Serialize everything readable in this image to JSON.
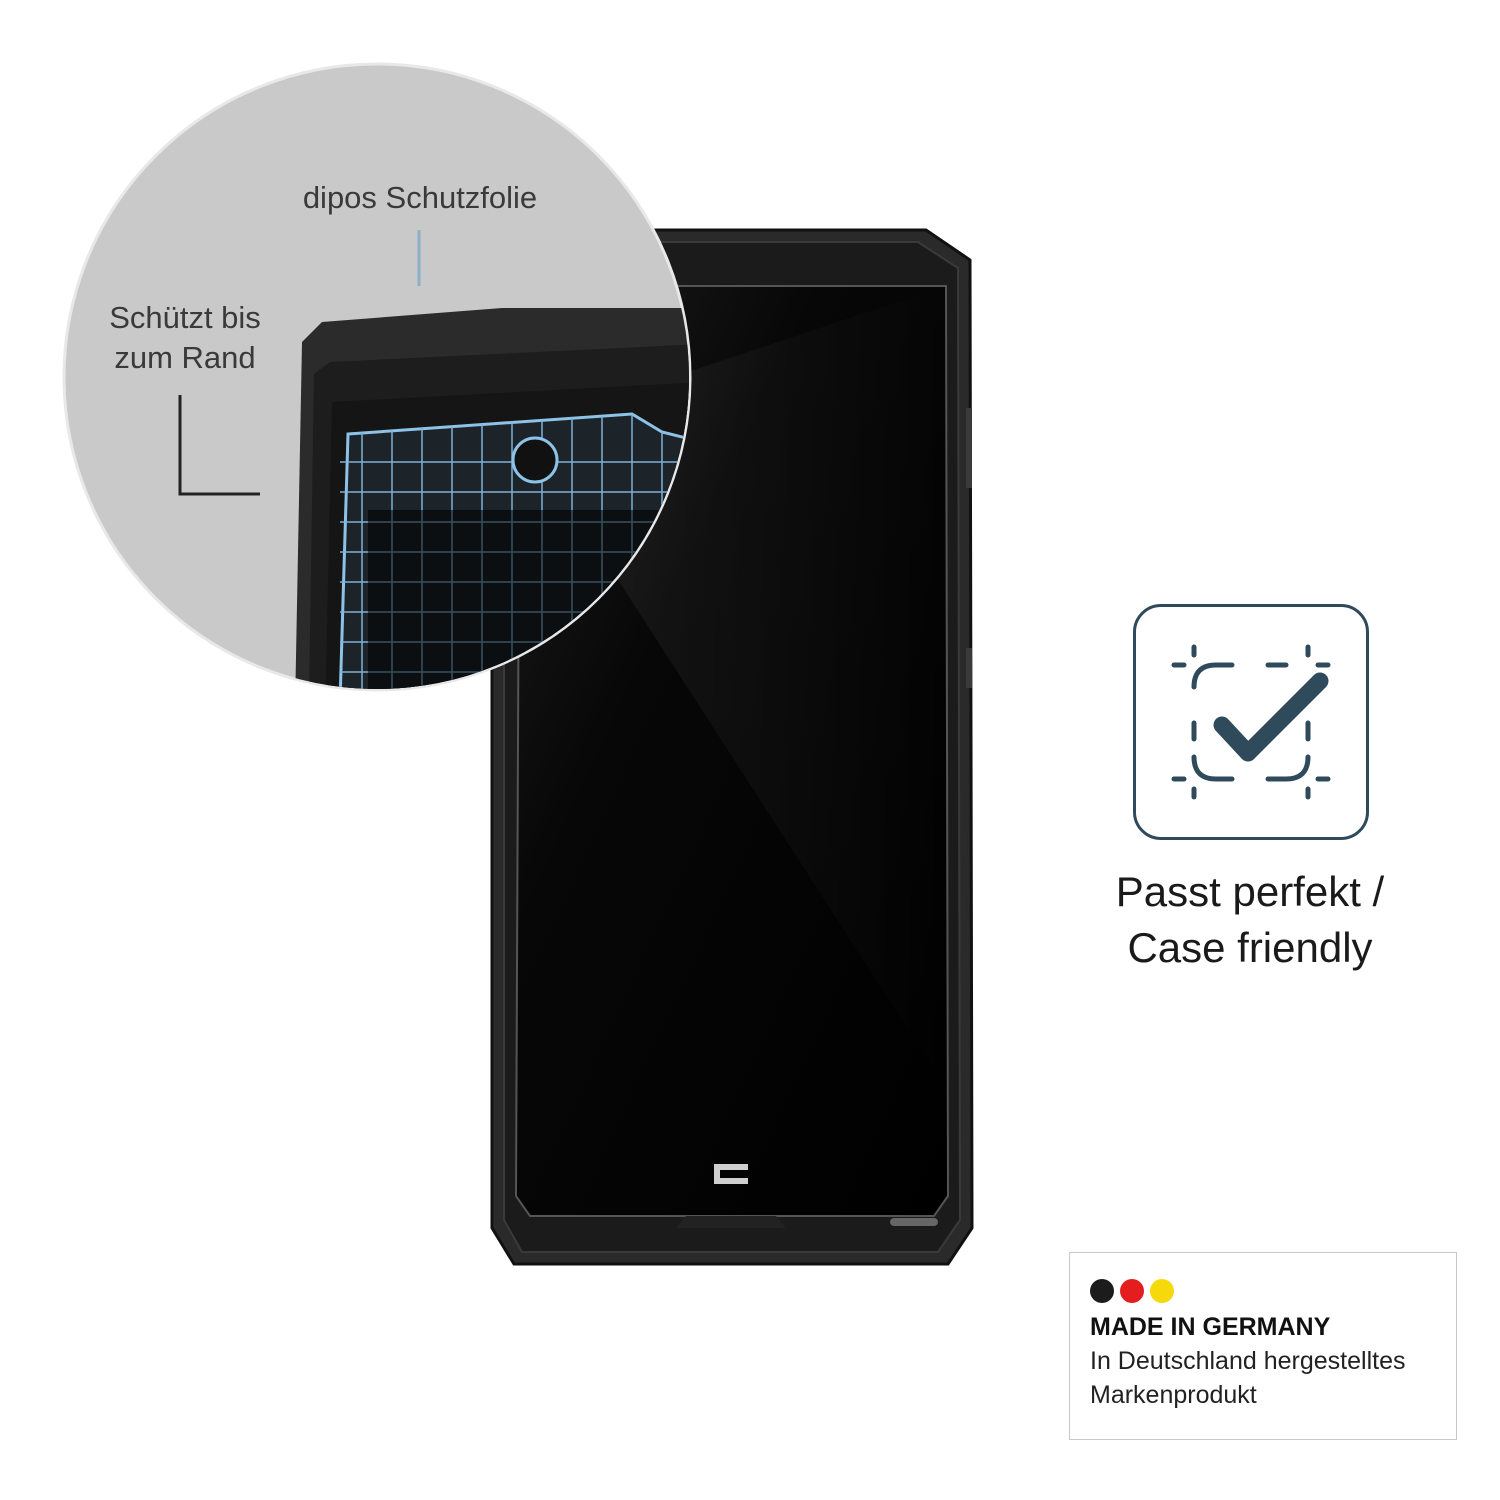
{
  "callouts": {
    "film_label": "dipos Schutzfolie",
    "edge_label_line1": "Schützt bis",
    "edge_label_line2": "zum Rand"
  },
  "feature": {
    "icon": "fit-check-icon",
    "line1": "Passt perfekt /",
    "line2": "Case friendly"
  },
  "made_in_germany": {
    "title": "MADE IN GERMANY",
    "line1": "In Deutschland hergestelltes",
    "line2": "Markenprodukt",
    "flag_colors": [
      "#1c1c1c",
      "#e41e1e",
      "#f5d90a"
    ]
  },
  "colors": {
    "accent": "#2f4a5a",
    "grid": "#7fb2d6"
  }
}
